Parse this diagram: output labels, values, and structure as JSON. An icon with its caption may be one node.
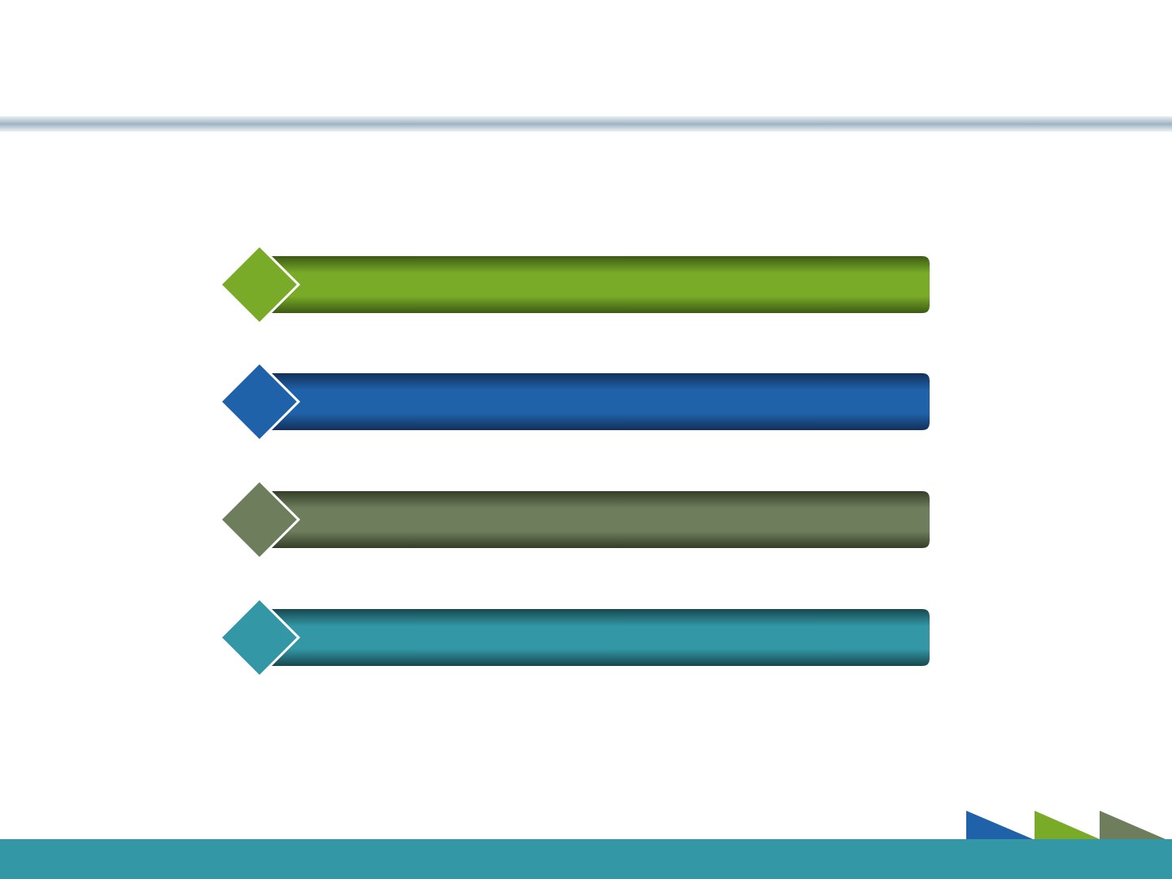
{
  "diagram": {
    "nodes": [
      {
        "text": [],
        "shape": "diamond"
      },
      {
        "text": [],
        "shape": "bar"
      },
      {
        "text": [],
        "shape": "diamond"
      },
      {
        "text": [],
        "shape": "bar"
      },
      {
        "text": [],
        "shape": "diamond"
      },
      {
        "text": [],
        "shape": "bar"
      },
      {
        "text": [],
        "shape": "diamond"
      },
      {
        "text": [],
        "shape": "bar"
      }
    ]
  }
}
